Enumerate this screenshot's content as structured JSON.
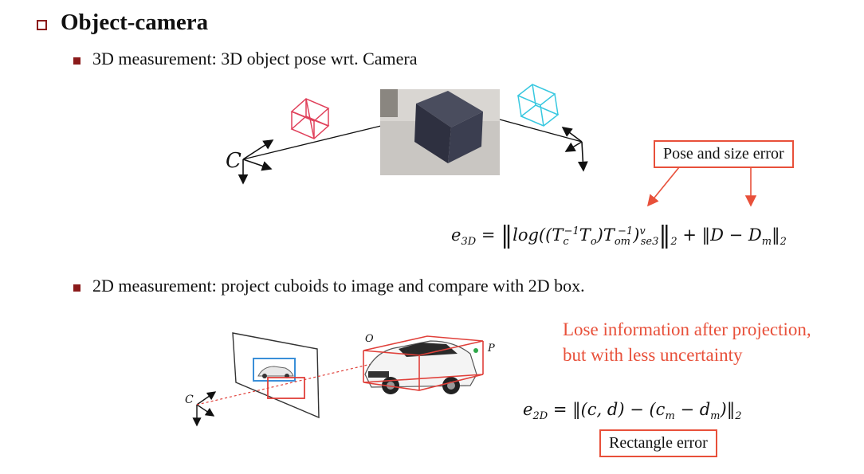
{
  "heading": {
    "title": "Object-camera"
  },
  "bullets": [
    {
      "text": "3D measurement: 3D object pose wrt. Camera"
    },
    {
      "text": "2D measurement: project cuboids to image and compare with 2D box."
    }
  ],
  "diagram3d": {
    "camera_label": "C",
    "callout": "Pose and size error",
    "photo_subject": "dark-box-on-floor",
    "colors": {
      "red_cube": "#e0405a",
      "cyan_cube": "#38c8e0",
      "callout": "#e8503a"
    }
  },
  "equation3d": {
    "lhs": "e",
    "lhs_sub": "3D",
    "eq": "=",
    "log": "log((",
    "Tc": "T",
    "Tc_sub": "c",
    "Tc_sup": "−1",
    "To": "T",
    "To_sub": "o",
    "close": ")",
    "Tom": "T",
    "Tom_sub": "om",
    "Tom_sup": "−1",
    "paren": ")",
    "sup_v": "v",
    "sub_se3": "se3",
    "norm_sub": "2",
    "plus": "+ ‖D − D",
    "Dm_sub": "m",
    "tail": "‖",
    "tail_sub": "2"
  },
  "diagram2d": {
    "camera_label": "C",
    "label_o": "O",
    "label_p": "P",
    "colors": {
      "box2d": "#3a8fd8",
      "projection": "#e0403a"
    }
  },
  "notes": {
    "line1": "Lose information after projection,",
    "line2": "but with less uncertainty"
  },
  "equation2d": {
    "lhs": "e",
    "lhs_sub": "2D",
    "body": "= ‖(c, d) − (c",
    "cm_sub": "m",
    "minus": " − d",
    "dm_sub": "m",
    "end": ")‖",
    "end_sub": "2",
    "callout": "Rectangle error"
  }
}
